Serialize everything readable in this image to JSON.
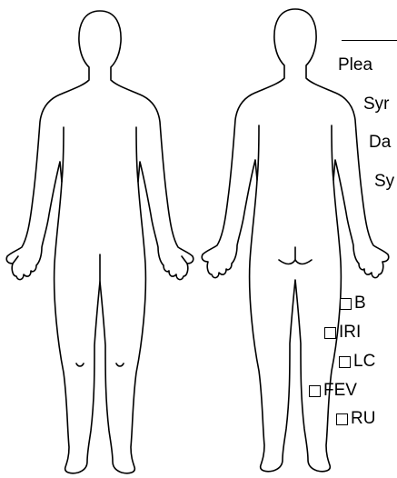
{
  "form": {
    "text_lines": [
      "Plea",
      "Syr",
      "Da",
      "Sy"
    ],
    "checkboxes": [
      {
        "label": "B",
        "checked": false
      },
      {
        "label": "IRI",
        "checked": false
      },
      {
        "label": "LC",
        "checked": false
      },
      {
        "label": "FEV",
        "checked": false
      },
      {
        "label": "RU",
        "checked": false
      }
    ]
  },
  "figures": {
    "front": "human-body-front-outline",
    "back": "human-body-back-outline"
  }
}
